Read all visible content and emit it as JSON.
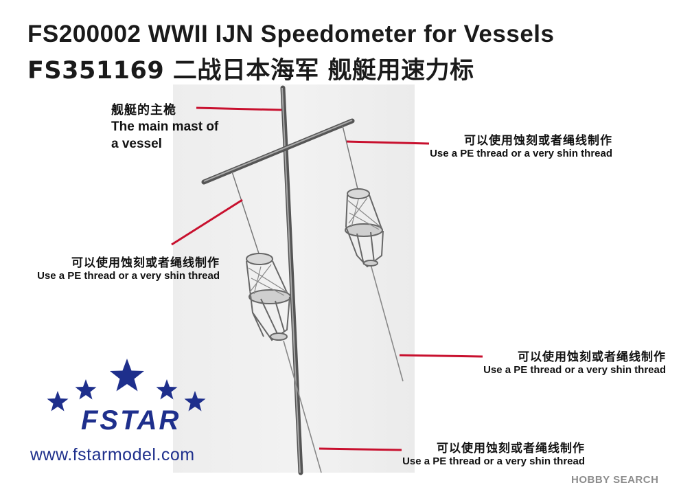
{
  "title": {
    "line1": "FS200002  WWII IJN Speedometer for Vessels",
    "line2": "FS351169  二战日本海军 舰艇用速力标"
  },
  "mast_label": {
    "zh": "舰艇的主桅",
    "en_line1": "The main mast of",
    "en_line2": "a vessel"
  },
  "thread_labels": [
    {
      "zh": "可以使用蚀刻或者绳线制作",
      "en": "Use a PE thread or a very shin thread"
    },
    {
      "zh": "可以使用蚀刻或者绳线制作",
      "en": "Use a PE thread or a very shin thread"
    },
    {
      "zh": "可以使用蚀刻或者绳线制作",
      "en": "Use a PE thread or a very shin thread"
    },
    {
      "zh": "可以使用蚀刻或者绳线制作",
      "en": "Use a PE thread or a very shin thread"
    }
  ],
  "brand": {
    "name": "FSTAR",
    "url": "www.fstarmodel.com",
    "star_color": "#1e2f8c"
  },
  "watermark": {
    "text": "HOBBY SEARCH"
  },
  "colors": {
    "callout": "#c8102e",
    "brand": "#1e2f8c"
  }
}
